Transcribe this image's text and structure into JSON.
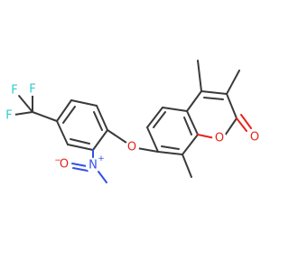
{
  "atom_labels": {
    "f1": "F",
    "f2": "F",
    "f3": "F",
    "o_ether": "O",
    "o_ring": "O",
    "o_carbonyl": "O",
    "n_nitro": "N",
    "o_nitro": "O",
    "n_charge": "+",
    "o_charge": "−"
  },
  "colors": {
    "bond": "#3a3a3a",
    "fluorine": "#33cccc",
    "oxygen": "#e8231a",
    "nitrogen": "#3350e8"
  }
}
